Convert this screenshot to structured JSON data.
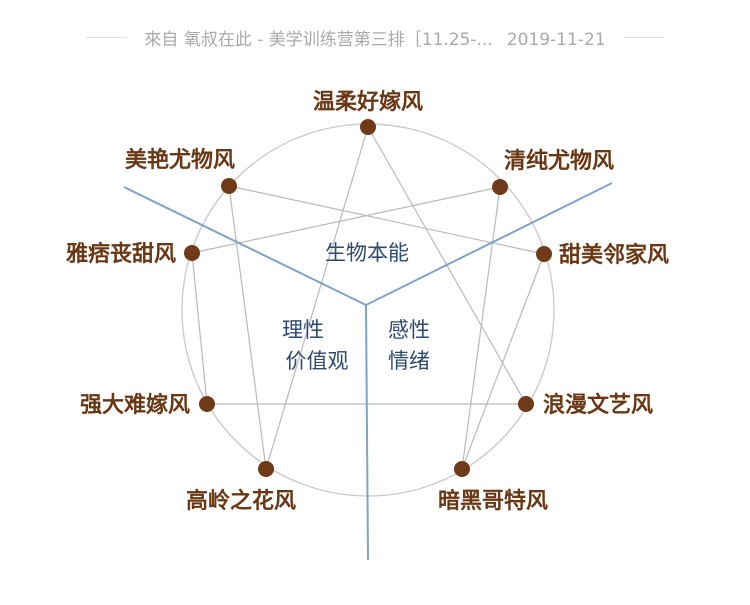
{
  "header": {
    "source": "來自 氧叔在此 - 美学训练营第三排［11.25-...",
    "date": "2019-11-21"
  },
  "diagram": {
    "nodes": [
      {
        "id": "wenrou",
        "label": "温柔好嫁风"
      },
      {
        "id": "qingchun",
        "label": "清纯尤物风"
      },
      {
        "id": "tianmei",
        "label": "甜美邻家风"
      },
      {
        "id": "langman",
        "label": "浪漫文艺风"
      },
      {
        "id": "anhei",
        "label": "暗黑哥特风"
      },
      {
        "id": "gaoling",
        "label": "高岭之花风"
      },
      {
        "id": "qiangda",
        "label": "强大难嫁风"
      },
      {
        "id": "yacuo",
        "label": "雅痞丧甜风"
      },
      {
        "id": "meiyan",
        "label": "美艳尤物风"
      }
    ],
    "regions": {
      "top": "生物本能",
      "left_line1": "理性",
      "left_line2": "价值观",
      "right_line1": "感性",
      "right_line2": "情绪"
    },
    "colors": {
      "node": "#6e3a17",
      "node_label": "#6a3714",
      "connector": "#b9b9b9",
      "circle": "#c8c8c8",
      "divider": "#7fa3c9",
      "region_label": "#2e4a6e"
    }
  }
}
